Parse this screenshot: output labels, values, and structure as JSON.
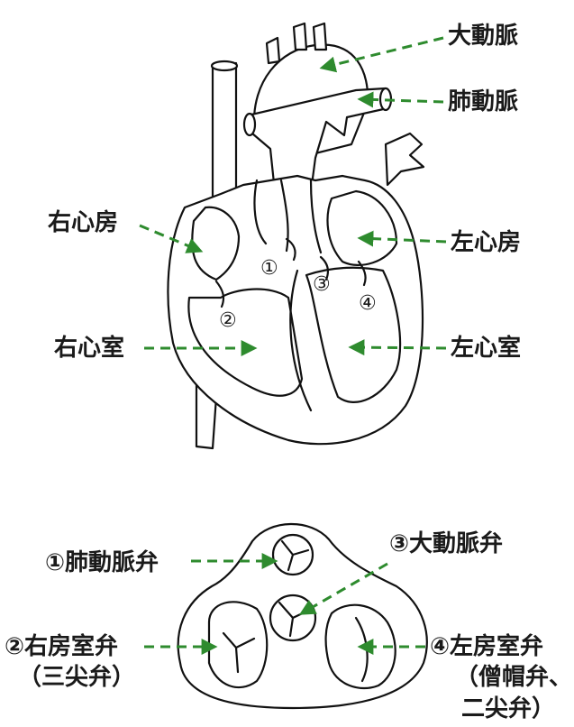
{
  "colors": {
    "arrow": "#2e8b2e",
    "ink": "#111111"
  },
  "heart_labels": {
    "aorta": "大動脈",
    "pulmonary_artery": "肺動脈",
    "right_atrium": "右心房",
    "left_atrium": "左心房",
    "right_ventricle": "右心室",
    "left_ventricle": "左心室"
  },
  "valve_markers": {
    "v1": "①",
    "v2": "②",
    "v3": "③",
    "v4": "④"
  },
  "valve_labels": {
    "pulmonary_valve": "①肺動脈弁",
    "aortic_valve": "③大動脈弁",
    "tricuspid_valve": "②右房室弁",
    "tricuspid_alt": "（三尖弁）",
    "mitral_valve": "④左房室弁",
    "mitral_alt_1": "（僧帽弁、",
    "mitral_alt_2": "二尖弁）"
  }
}
